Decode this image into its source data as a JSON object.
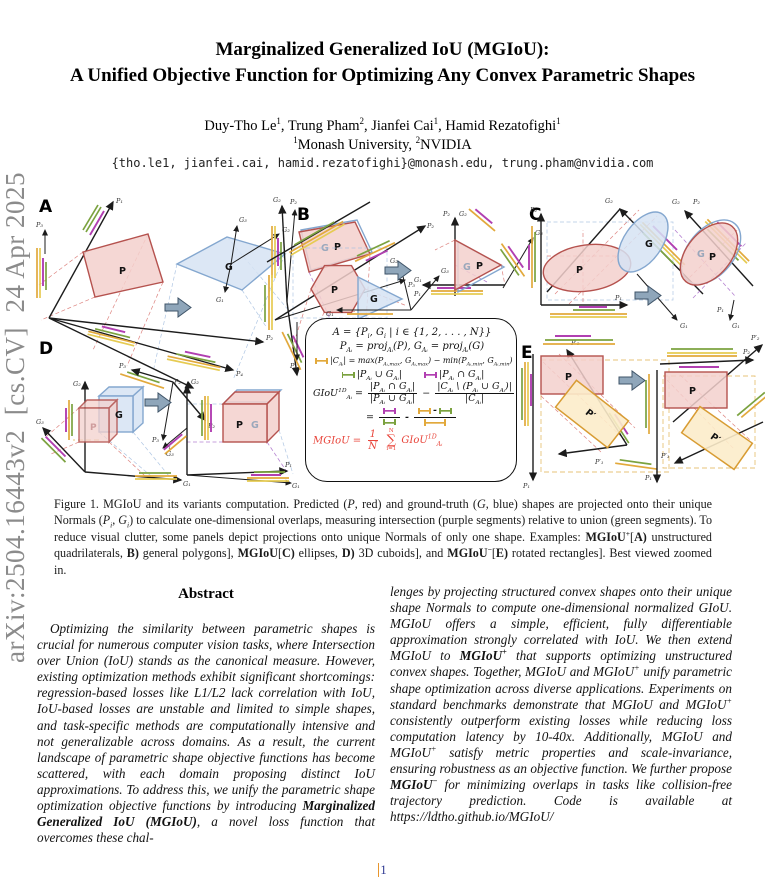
{
  "watermark": {
    "text": "arXiv:2504.16443v2  [cs.CV]  24 Apr 2025"
  },
  "header": {
    "title_line1": "Marginalized Generalized IoU (MGIoU):",
    "title_line2": "A Unified Objective Function for Optimizing Any Convex Parametric Shapes",
    "authors_runs": [
      {
        "t": "Duy-Tho Le"
      },
      {
        "t": "1",
        "sup": true
      },
      {
        "t": ", Trung Pham"
      },
      {
        "t": "2",
        "sup": true
      },
      {
        "t": ", Jianfei Cai"
      },
      {
        "t": "1",
        "sup": true
      },
      {
        "t": ", Hamid Rezatofighi"
      },
      {
        "t": "1",
        "sup": true
      }
    ],
    "affiliation_runs": [
      {
        "t": "1",
        "sup": true
      },
      {
        "t": "Monash University, "
      },
      {
        "t": "2",
        "sup": true
      },
      {
        "t": "NVIDIA"
      }
    ],
    "emails": "{tho.le1, jianfei.cai, hamid.rezatofighi}@monash.edu, trung.pham@nvidia.com"
  },
  "figure": {
    "panel_labels": {
      "a": "A",
      "b": "B",
      "c": "C",
      "d": "D",
      "e": "E"
    },
    "shape_labels": {
      "p": "P",
      "g": "G",
      "pp": "P′"
    },
    "axis_labels": {
      "p1": "P₁",
      "p2": "P₂",
      "p3": "P₃",
      "p4": "P₄",
      "g1": "G₁",
      "g2": "G₂",
      "g3": "G₃",
      "p1p": "P′₁",
      "p2p": "P′₂"
    },
    "colors": {
      "predicted_red": "#b5524e",
      "groundtruth_blue": "#84a7cf",
      "span_orange": "#e2a93c",
      "union_green": "#7ba23f",
      "intersection_purple": "#b13fb1",
      "mgiou_red": "#e8443a"
    },
    "formula": {
      "line1_runs": [
        {
          "t": "A = {P"
        },
        {
          "t": "i",
          "sub": true
        },
        {
          "t": ", G"
        },
        {
          "t": "i",
          "sub": true
        },
        {
          "t": " | i ∈ {1, 2, . . . , N}}"
        }
      ],
      "line2_runs": [
        {
          "t": "P"
        },
        {
          "t": "Aᵢ",
          "sub": true
        },
        {
          "t": " = proj"
        },
        {
          "t": "Aᵢ",
          "sub": true
        },
        {
          "t": "(P),   G"
        },
        {
          "t": "Aᵢ",
          "sub": true
        },
        {
          "t": " = proj"
        },
        {
          "t": "Aᵢ",
          "sub": true
        },
        {
          "t": "(G)"
        }
      ],
      "line3_runs": [
        {
          "t": "|C"
        },
        {
          "t": "Aᵢ",
          "sub": true
        },
        {
          "t": "| = max(P"
        },
        {
          "t": "Aᵢ,max",
          "sub": true
        },
        {
          "t": ", G"
        },
        {
          "t": "Aᵢ,max",
          "sub": true
        },
        {
          "t": ") − min(P"
        },
        {
          "t": "Aᵢ,min",
          "sub": true
        },
        {
          "t": ", G"
        },
        {
          "t": "Aᵢ,min",
          "sub": true
        },
        {
          "t": ")"
        }
      ],
      "line4a_runs": [
        {
          "t": "|P"
        },
        {
          "t": "Aᵢ",
          "sub": true
        },
        {
          "t": " ∪ G"
        },
        {
          "t": "Aᵢ",
          "sub": true
        },
        {
          "t": "|"
        }
      ],
      "line4b_runs": [
        {
          "t": "|P"
        },
        {
          "t": "Aᵢ",
          "sub": true
        },
        {
          "t": " ∩ G"
        },
        {
          "t": "Aᵢ",
          "sub": true
        },
        {
          "t": "|"
        }
      ],
      "line5_lhs_runs": [
        {
          "t": "GIoU"
        },
        {
          "t": "1D",
          "sup": true
        },
        {
          "t": "Aᵢ",
          "sub": true
        },
        {
          "t": " ="
        }
      ],
      "frac1_num_runs": [
        {
          "t": "|P"
        },
        {
          "t": "Aᵢ",
          "sub": true
        },
        {
          "t": " ∩ G"
        },
        {
          "t": "Aᵢ",
          "sub": true
        },
        {
          "t": "|"
        }
      ],
      "frac1_den_runs": [
        {
          "t": "|P"
        },
        {
          "t": "Aᵢ",
          "sub": true
        },
        {
          "t": " ∪ G"
        },
        {
          "t": "Aᵢ",
          "sub": true
        },
        {
          "t": "|"
        }
      ],
      "frac2_num_runs": [
        {
          "t": "|C"
        },
        {
          "t": "Aᵢ",
          "sub": true
        },
        {
          "t": " \\ (P"
        },
        {
          "t": "Aᵢ",
          "sub": true
        },
        {
          "t": " ∪ G"
        },
        {
          "t": "Aᵢ",
          "sub": true
        },
        {
          "t": ")|"
        }
      ],
      "frac2_den_runs": [
        {
          "t": "|C"
        },
        {
          "t": "Aᵢ",
          "sub": true
        },
        {
          "t": "|"
        }
      ],
      "minus": "−",
      "equals": "=",
      "line7_lhs": "MGIoU =",
      "frac3_num": "1",
      "frac3_den": "N",
      "sum_top": "N",
      "sum_sigma": "∑",
      "sum_bottom": "i=1",
      "line7_rhs_runs": [
        {
          "t": "GIoU"
        },
        {
          "t": "1D",
          "sup": true
        },
        {
          "t": "Aᵢ",
          "sub": true
        }
      ]
    }
  },
  "caption": {
    "runs": [
      {
        "t": "Figure 1. MGIoU and its variants computation. Predicted ("
      },
      {
        "t": "P",
        "i": true
      },
      {
        "t": ", red) and ground-truth ("
      },
      {
        "t": "G",
        "i": true
      },
      {
        "t": ", blue) shapes are projected onto their unique Normals ("
      },
      {
        "t": "P",
        "i": true
      },
      {
        "t": "i",
        "i": true,
        "sub": true
      },
      {
        "t": ", "
      },
      {
        "t": "G",
        "i": true
      },
      {
        "t": "i",
        "i": true,
        "sub": true
      },
      {
        "t": ") to calculate one-dimensional overlaps, measuring intersection (purple segments) relative to union (green segments). To reduce visual clutter, some panels depict projections onto unique Normals of only one shape. Examples: "
      },
      {
        "t": "MGIoU",
        "b": true
      },
      {
        "t": "+",
        "b": true,
        "sup": true
      },
      {
        "t": "["
      },
      {
        "t": "A)",
        "b": true
      },
      {
        "t": " unstructured quadrilaterals, "
      },
      {
        "t": "B)",
        "b": true
      },
      {
        "t": " general polygons], "
      },
      {
        "t": "MGIoU",
        "b": true
      },
      {
        "t": "["
      },
      {
        "t": "C)",
        "b": true
      },
      {
        "t": " ellipses, "
      },
      {
        "t": "D)",
        "b": true
      },
      {
        "t": " 3D cuboids], and "
      },
      {
        "t": "MGIoU",
        "b": true
      },
      {
        "t": "−",
        "b": true,
        "sup": true
      },
      {
        "t": "["
      },
      {
        "t": "E)",
        "b": true
      },
      {
        "t": " rotated rectangles]. Best viewed zoomed in."
      }
    ]
  },
  "abstract": {
    "heading": "Abstract",
    "col1_runs": [
      {
        "t": "Optimizing the similarity between parametric shapes is crucial for numerous computer vision tasks, where Intersection over Union (IoU) stands as the canonical measure. However, existing optimization methods exhibit significant shortcomings: regression-based losses like L1/L2 lack correlation with IoU, IoU-based losses are unstable and limited to simple shapes, and task-specific methods are computationally intensive and not generalizable across domains. As a result, the current landscape of parametric shape objective functions has become scattered, with each domain proposing distinct IoU approximations. To address this, we unify the parametric shape optimization objective functions by introducing "
      },
      {
        "t": "Marginalized Generalized IoU (MGIoU)",
        "b": true
      },
      {
        "t": ", a novel loss function that overcomes these chal-"
      }
    ],
    "col2_runs": [
      {
        "t": "lenges by projecting structured convex shapes onto their unique shape Normals to compute one-dimensional normalized GIoU. MGIoU offers a simple, efficient, fully differentiable approximation strongly correlated with IoU. We then extend MGIoU to "
      },
      {
        "t": "MGIoU",
        "b": true
      },
      {
        "t": "+",
        "b": true,
        "sup": true
      },
      {
        "t": " that supports optimizing unstructured convex shapes. Together, MGIoU and MGIoU"
      },
      {
        "t": "+",
        "sup": true
      },
      {
        "t": " unify parametric shape optimization across diverse applications. Experiments on standard benchmarks demonstrate that MGIoU and MGIoU"
      },
      {
        "t": "+",
        "sup": true
      },
      {
        "t": " consistently outperform existing losses while reducing loss computation latency by 10-40x. Additionally, MGIoU and MGIoU"
      },
      {
        "t": "+",
        "sup": true
      },
      {
        "t": " satisfy metric properties and scale-invariance, ensuring robustness as an objective function. We further propose "
      },
      {
        "t": "MGIoU",
        "b": true
      },
      {
        "t": "−",
        "b": true,
        "sup": true
      },
      {
        "t": " for minimizing overlaps in tasks like collision-free trajectory prediction. Code is available at "
      },
      {
        "t": "https://ldtho.github.io/MGIoU/"
      }
    ]
  },
  "footer": {
    "page_number": "1"
  }
}
